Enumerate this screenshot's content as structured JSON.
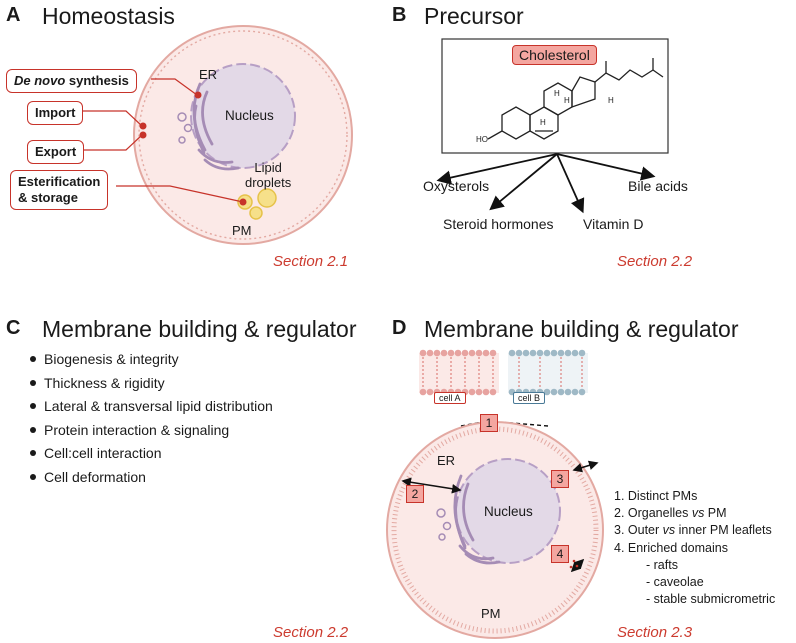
{
  "panel_a": {
    "letter": "A",
    "title": "Homeostasis",
    "callouts": {
      "de_novo_italic": "De novo",
      "de_novo_rest": " synthesis",
      "import": "Import",
      "export": "Export",
      "esterification_line1": "Esterification",
      "esterification_line2": "& storage"
    },
    "labels": {
      "er": "ER",
      "nucleus": "Nucleus",
      "lipid_line1": "Lipid",
      "lipid_line2": "droplets",
      "pm": "PM"
    },
    "section": "Section 2.1"
  },
  "panel_b": {
    "letter": "B",
    "title": "Precursor",
    "molecule_label": "Cholesterol",
    "atom_labels": {
      "ho": "HO",
      "h": "H"
    },
    "products": {
      "oxysterols": "Oxysterols",
      "bile_acids": "Bile acids",
      "steroid_hormones": "Steroid hormones",
      "vitamin_d": "Vitamin D"
    },
    "section": "Section 2.2"
  },
  "panel_c": {
    "letter": "C",
    "title": "Membrane building & regulator",
    "items": [
      "Biogenesis & integrity",
      "Thickness & rigidity",
      "Lateral & transversal lipid distribution",
      "Protein interaction & signaling",
      "Cell:cell interaction",
      "Cell deformation"
    ],
    "section": "Section 2.2"
  },
  "panel_d": {
    "letter": "D",
    "title": "Membrane building & regulator",
    "cell_a": "cell A",
    "cell_b": "cell B",
    "markers": [
      "1",
      "2",
      "3",
      "4"
    ],
    "labels": {
      "er": "ER",
      "nucleus": "Nucleus",
      "pm": "PM"
    },
    "list": [
      {
        "prefix": "1. Distinct PMs"
      },
      {
        "prefix": "2. Organelles ",
        "italic": "vs",
        "suffix": " PM"
      },
      {
        "prefix": "3. Outer ",
        "italic": "vs",
        "suffix": " inner PM leaflets"
      },
      {
        "prefix": "4. Enriched domains"
      },
      {
        "prefix": "- rafts",
        "indent": true
      },
      {
        "prefix": "- caveolae",
        "indent": true
      },
      {
        "prefix": "- stable submicrometric",
        "indent": true
      }
    ],
    "section": "Section 2.3"
  },
  "colors": {
    "accent_red": "#c7332a",
    "section_red": "#cc3b2f",
    "cell_fill": "#fbe9e7",
    "nucleus_fill": "#e3d9e7",
    "er_purple": "#a58cb5",
    "droplet_yellow": "#f4d35e",
    "marker_fill": "#f4a6a0"
  }
}
